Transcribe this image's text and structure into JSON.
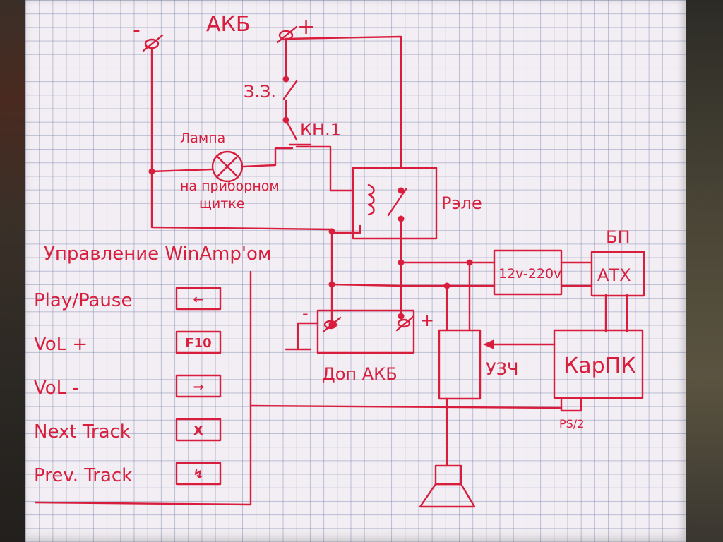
{
  "labels": {
    "battery": "АКБ",
    "minus": "-",
    "plus": "+",
    "ignition": "З.З.",
    "button": "КН.1",
    "lamp": "Лампа",
    "lamp_note_line1": "на приборном",
    "lamp_note_line2": "щитке",
    "relay": "Рэле",
    "psu": "БП",
    "inverter": "12v-220v",
    "atx": "АТХ",
    "aux_battery": "Доп АКБ",
    "aux_minus": "-",
    "aux_plus": "+",
    "amplifier": "УЗЧ",
    "carpc": "КарПК",
    "ps2": "PS/2",
    "winamp_title": "Управление WinAmp'ом"
  },
  "controls": [
    {
      "name": "Play/Pause",
      "key": "←"
    },
    {
      "name": "VoL +",
      "key": "F10"
    },
    {
      "name": "VoL -",
      "key": "→"
    },
    {
      "name": "Next Track",
      "key": "X"
    },
    {
      "name": "Prev. Track",
      "key": "↯"
    }
  ],
  "colors": {
    "ink": "#d81e3c",
    "paper": "#f2eef4",
    "grid": "#7882aa"
  }
}
